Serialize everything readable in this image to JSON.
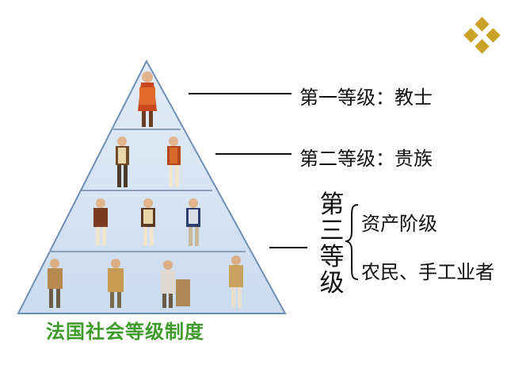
{
  "diagram": {
    "tiers": [
      {
        "label": "第一等级：教士"
      },
      {
        "label": "第二等级：贵族"
      }
    ],
    "third_estate": {
      "vertical_chars": [
        "第",
        "三",
        "等",
        "级"
      ],
      "groups": [
        "资产阶级",
        "农民、手工业者"
      ]
    },
    "caption": "法国社会等级制度",
    "colors": {
      "pyramid_fill": "#d6e4f3",
      "pyramid_stroke": "#6f8fb3",
      "caption": "#3e9a2a",
      "logo": "#c9a227"
    },
    "logo_icon": "gold-diamond-cluster-icon"
  }
}
